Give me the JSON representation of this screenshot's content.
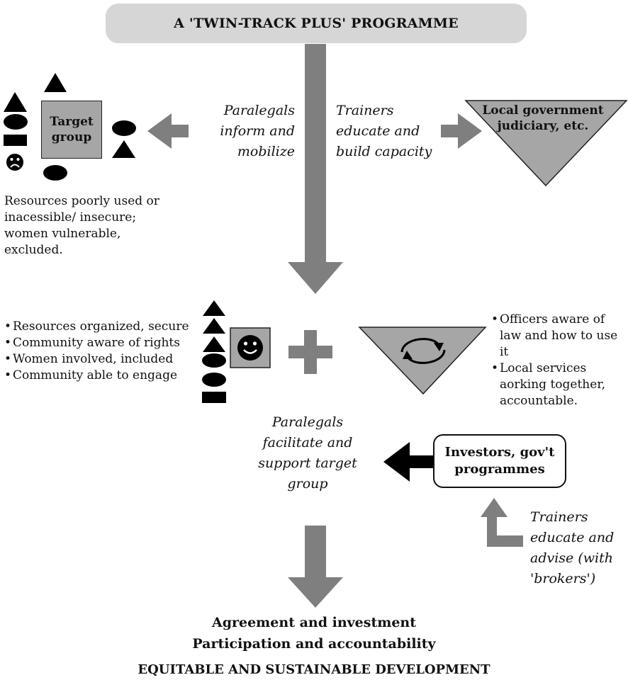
{
  "title": "A 'TWIN-TRACK PLUS' PROGRAMME",
  "target_group": {
    "label": "Target group",
    "description": "Resources poorly used or inacessible/ insecure; women vulnerable, excluded."
  },
  "local_government": {
    "label": "Local government judiciary, etc."
  },
  "paralegals_inform": "Paralegals inform and mobilize",
  "trainers_educate": "Trainers educate and build capacity",
  "community_outcomes": [
    "Resources organized, secure",
    "Community aware of rights",
    "Women involved, included",
    "Community able to engage"
  ],
  "officer_outcomes": [
    "Officers aware of law and how to use it",
    "Local services aorking together, accountable."
  ],
  "paralegals_facilitate": "Paralegals facilitate and support target group",
  "investors": {
    "label": "Investors, gov't programmes"
  },
  "trainers_advise": "Trainers educate and advise (with 'brokers')",
  "results": {
    "line1": "Agreement and investment",
    "line2": "Participation and accountability",
    "line3": "EQUITABLE AND SUSTAINABLE DEVELOPMENT"
  },
  "colors": {
    "banner": "#d6d6d6",
    "arrow_gray": "#7f7f7f",
    "box_gray": "#a6a6a6",
    "shape_black": "#000000"
  },
  "icons": {
    "sad_face": "sad-face-icon",
    "happy_face": "happy-face-icon",
    "cycle": "cycle-arrows-icon"
  }
}
